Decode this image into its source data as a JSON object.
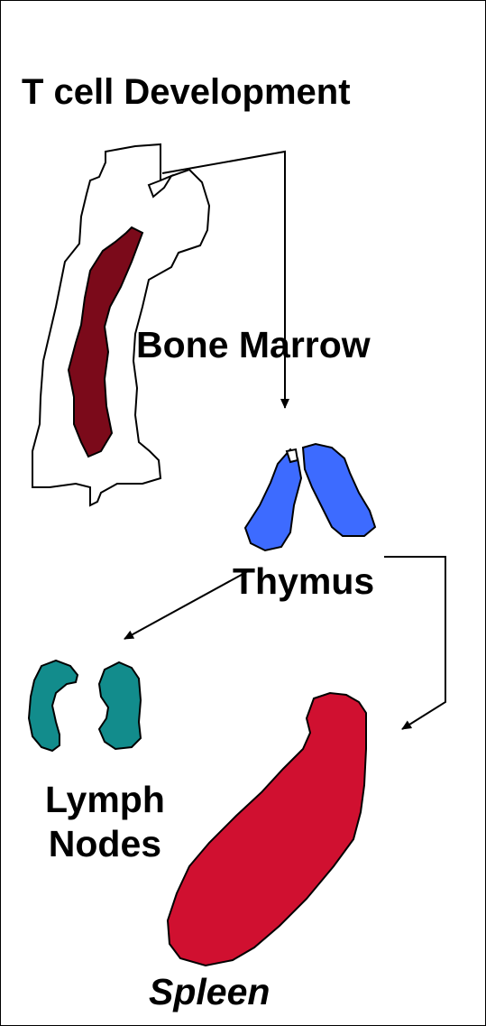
{
  "diagram": {
    "title": "T cell Development",
    "labels": {
      "bone_marrow": "Bone Marrow",
      "thymus": "Thymus",
      "lymph_nodes_line1": "Lymph",
      "lymph_nodes_line2": "Nodes",
      "spleen": "Spleen"
    },
    "colors": {
      "marrow": "#7b0a1a",
      "thymus": "#3d6bff",
      "lymph_nodes": "#128c8c",
      "spleen": "#d01030",
      "outline": "#000000"
    },
    "flow": [
      {
        "from": "Bone Marrow",
        "to": "Thymus"
      },
      {
        "from": "Thymus",
        "to": "Lymph Nodes"
      },
      {
        "from": "Thymus",
        "to": "Spleen"
      }
    ]
  }
}
